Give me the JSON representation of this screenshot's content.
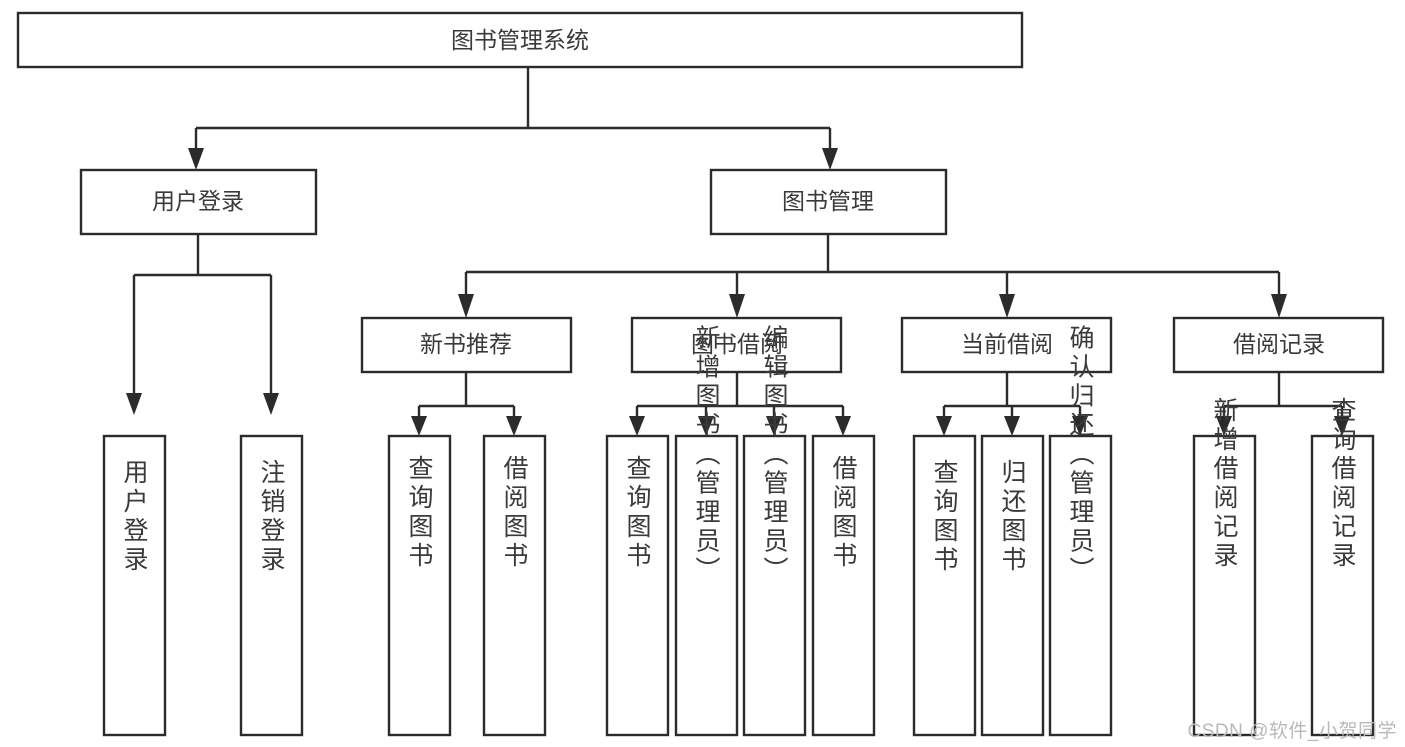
{
  "diagram": {
    "type": "tree-hierarchy-chart",
    "title_text": "图书管理系统",
    "root": {
      "label": "图书管理系统"
    },
    "level2": [
      {
        "label": "用户登录"
      },
      {
        "label": "图书管理"
      }
    ],
    "level3": [
      {
        "label": "新书推荐"
      },
      {
        "label": "图书借阅"
      },
      {
        "label": "当前借阅"
      },
      {
        "label": "借阅记录"
      }
    ],
    "leaves_user_login": [
      {
        "label": "用户登录"
      },
      {
        "label": "注销登录"
      }
    ],
    "leaves_new_book": [
      {
        "label": "查询图书"
      },
      {
        "label": "借阅图书"
      }
    ],
    "leaves_borrow": [
      {
        "label": "查询图书"
      },
      {
        "label": "新增图书（管理员）"
      },
      {
        "label": "编辑图书（管理员）"
      },
      {
        "label": "借阅图书"
      }
    ],
    "leaves_current": [
      {
        "label": "查询图书"
      },
      {
        "label": "归还图书"
      },
      {
        "label": "确认归还（管理员）"
      }
    ],
    "leaves_record": [
      {
        "label": "新增借阅记录"
      },
      {
        "label": "查询借阅记录"
      }
    ],
    "colors": {
      "box_stroke": "#2b2b2b",
      "box_fill": "#ffffff",
      "text": "#3a3a3a",
      "background": "#ffffff",
      "watermark": "#b9b9b9"
    }
  },
  "watermark": {
    "text": "CSDN @软件_小贺同学"
  }
}
